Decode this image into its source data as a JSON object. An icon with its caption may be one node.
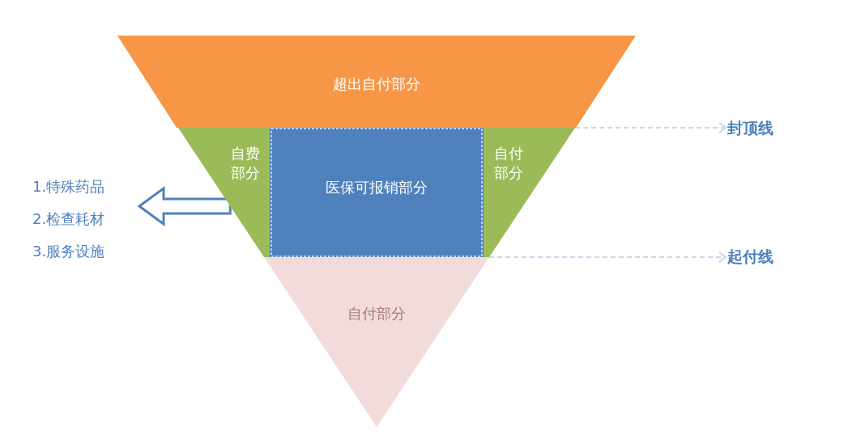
{
  "diagram": {
    "nodes": [
      {
        "text": [
          "超出自付部分"
        ]
      },
      {
        "text": [
          "自费部分"
        ]
      },
      {
        "text": [
          "医保可报销部分"
        ]
      },
      {
        "text": [
          "自付部分"
        ]
      },
      {
        "text": [
          "自付部分"
        ]
      },
      {
        "text": [
          "1.特殊药品",
          "2.检查耗材",
          "3.服务设施"
        ]
      },
      {
        "text": [
          "封顶线"
        ]
      },
      {
        "text": [
          "起付线"
        ]
      }
    ],
    "edges": [
      {
        "from": 1,
        "to": 5,
        "arrow": "to",
        "color": "#4f81bd"
      },
      {
        "from": 3,
        "to": 6,
        "arrow": "to",
        "style": "dashed",
        "color": "#c6d6ee"
      },
      {
        "from": 3,
        "to": 7,
        "arrow": "to",
        "style": "dashed",
        "color": "#c6d6ee"
      }
    ]
  }
}
